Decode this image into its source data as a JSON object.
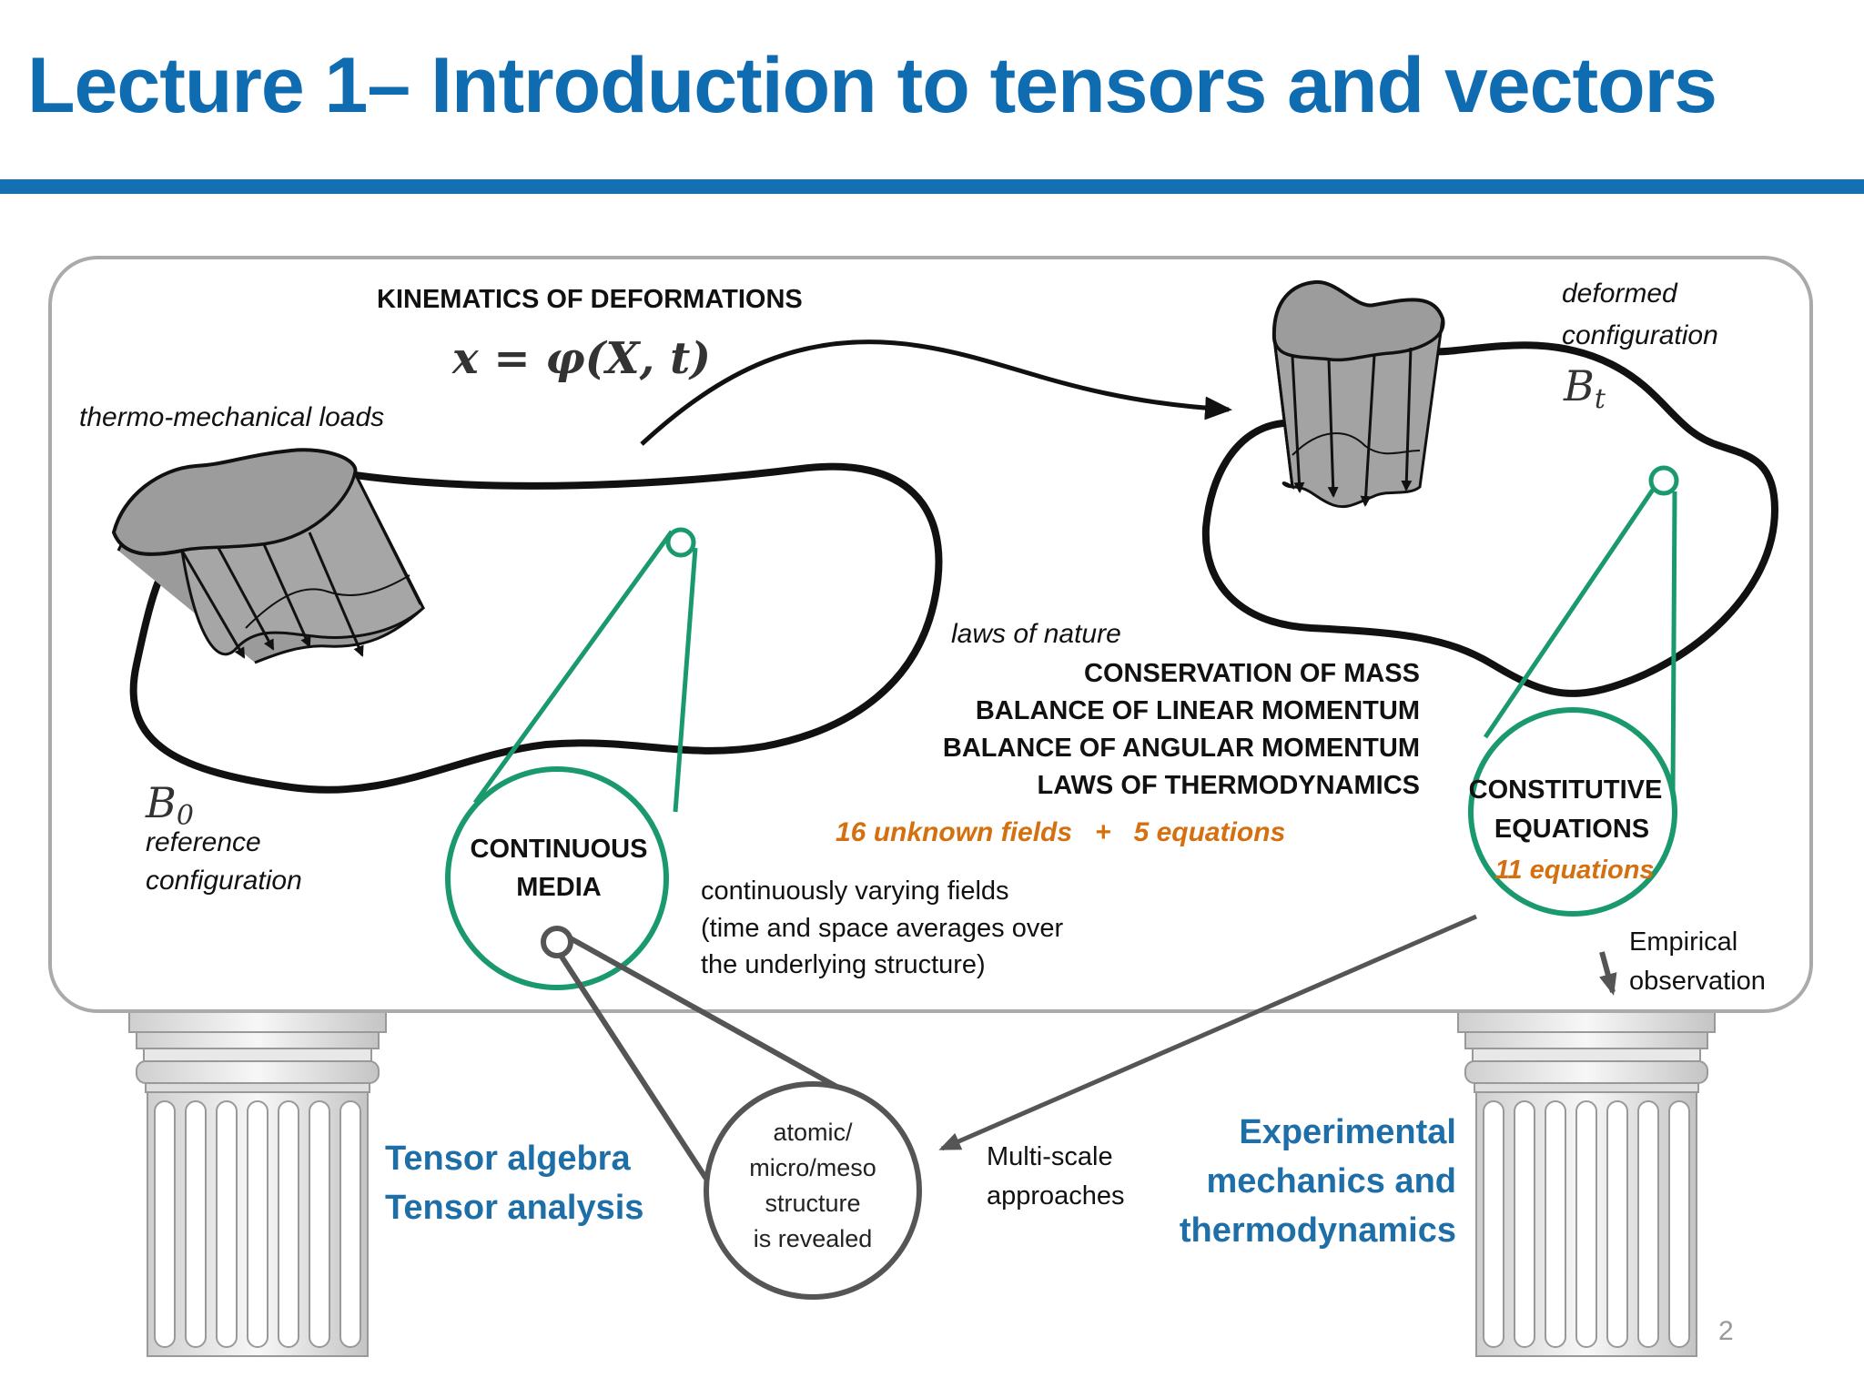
{
  "title": "Lecture 1– Introduction to tensors and vectors",
  "kinematics": {
    "heading": "KINEMATICS OF DEFORMATIONS",
    "equation": "x = φ(X, t)"
  },
  "loads_label": "thermo-mechanical loads",
  "reference": {
    "symbol": "B",
    "subscript": "0",
    "label_line1": "reference",
    "label_line2": "configuration"
  },
  "deformed": {
    "label_line1": "deformed",
    "label_line2": "configuration",
    "symbol": "B",
    "subscript": "t"
  },
  "laws": {
    "intro": "laws of nature",
    "dot": ".",
    "items": [
      "CONSERVATION  OF MASS",
      "BALANCE OF LINEAR MOMENTUM",
      "BALANCE OF ANGULAR MOMENTUM",
      "LAWS OF THERMODYNAMICS"
    ],
    "fields_text": "16 unknown fields   +   5 equations"
  },
  "continuous_media": {
    "line1": "CONTINUOUS",
    "line2": "MEDIA",
    "desc_line1": "continuously varying fields",
    "desc_line2": "(time and space averages over",
    "desc_line3": "the underlying structure)"
  },
  "constitutive": {
    "line1": "CONSTITUTIVE",
    "line2": "EQUATIONS",
    "count": "11 equations"
  },
  "empirical": {
    "line1": "Empirical",
    "line2": "observation"
  },
  "micro": {
    "line1": "atomic/",
    "line2": "micro/meso",
    "line3": "structure",
    "line4": "is revealed"
  },
  "multiscale": {
    "line1": "Multi-scale",
    "line2": "approaches"
  },
  "pillar_left": {
    "line1": "Tensor algebra",
    "line2": "Tensor analysis"
  },
  "pillar_right": {
    "line1": "Experimental",
    "line2": "mechanics and",
    "line3": "thermodynamics"
  },
  "page_number": "2",
  "colors": {
    "title_blue": "#0f6cb0",
    "green": "#1a9a6c",
    "orange": "#d4700f",
    "dark_gray": "#555555"
  }
}
